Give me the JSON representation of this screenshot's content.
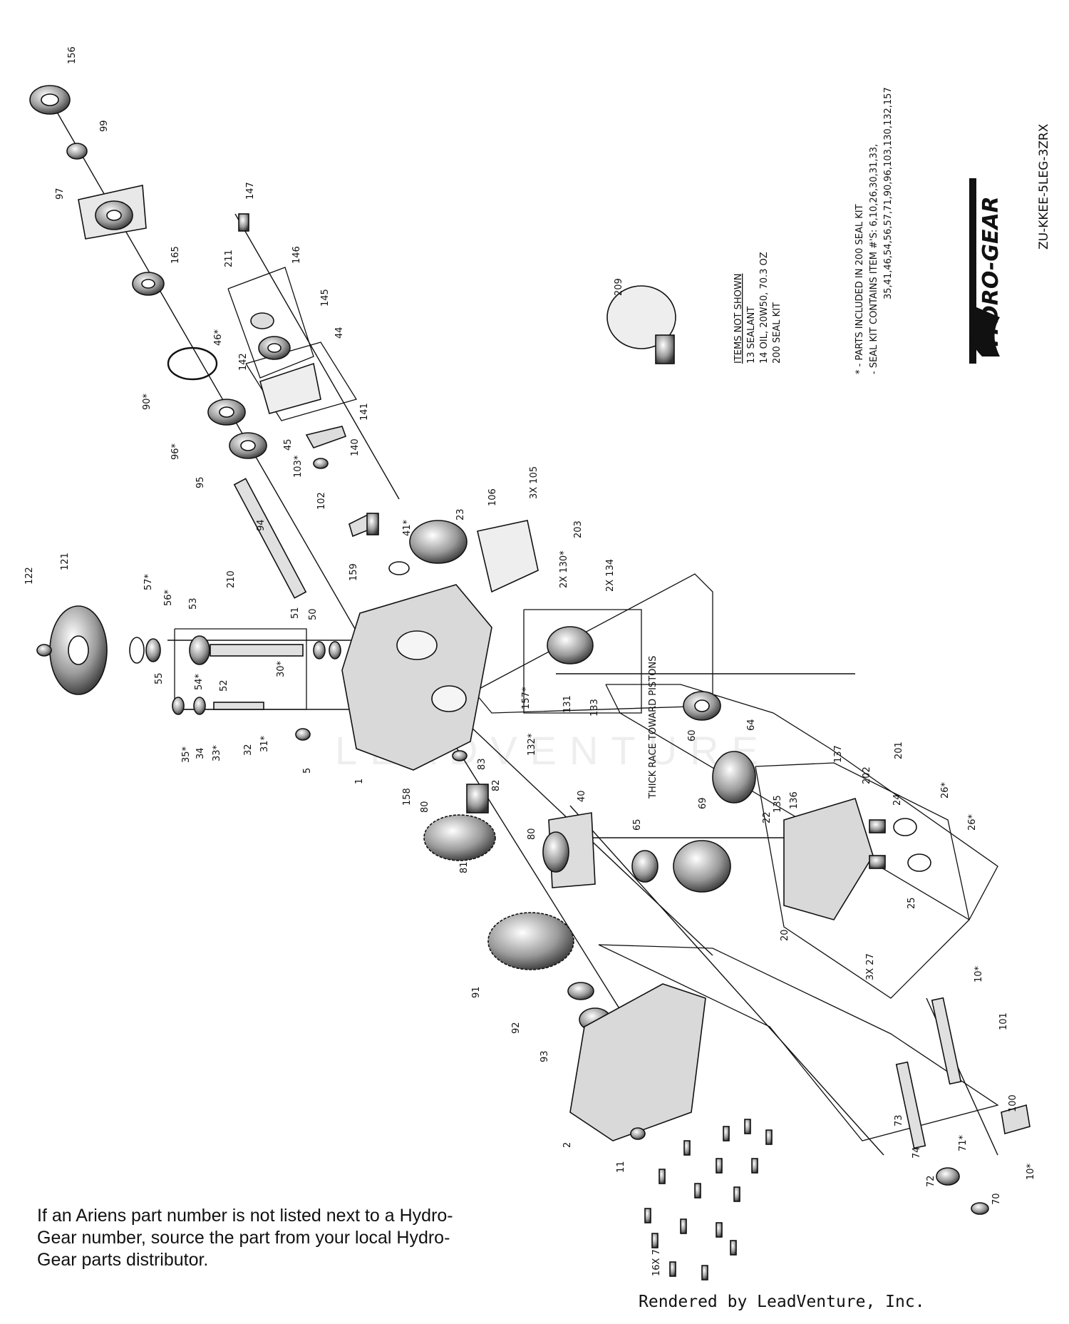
{
  "diagram": {
    "part_callouts": [
      "156",
      "99",
      "97",
      "165",
      "147",
      "211",
      "146",
      "145",
      "46*",
      "142",
      "44",
      "90*",
      "96*",
      "95",
      "45",
      "141",
      "103*",
      "140",
      "102",
      "94",
      "159",
      "41*",
      "23",
      "106",
      "3X 105",
      "2X 130*",
      "203",
      "2X 134",
      "122",
      "121",
      "57*",
      "56*",
      "53",
      "210",
      "51",
      "50",
      "55",
      "54*",
      "52",
      "30*",
      "35*",
      "34",
      "33*",
      "32",
      "31*",
      "5",
      "1",
      "157*",
      "132*",
      "131",
      "133",
      "60",
      "64",
      "158",
      "80",
      "83",
      "82",
      "81",
      "80",
      "40",
      "65",
      "69",
      "22",
      "135",
      "136",
      "137",
      "202",
      "201",
      "24",
      "26*",
      "26*",
      "25",
      "20",
      "3X 27",
      "91",
      "92",
      "93",
      "10*",
      "101",
      "2",
      "11",
      "73",
      "74",
      "71*",
      "72",
      "70",
      "100",
      "10*",
      "16X 7",
      "209"
    ],
    "assembly_note": "THICK RACE TOWARD PISTONS",
    "items_not_shown": {
      "heading": "ITEMS NOT SHOWN",
      "lines": [
        "13 SEALANT",
        "14 OIL, 20W50, 70.3 OZ",
        "200 SEAL KIT"
      ]
    },
    "legend": [
      "* - PARTS INCLUDED IN 200 SEAL KIT",
      "- SEAL KIT CONTAINS ITEM #'S: 6,10,26,30,31,33,",
      "35,41,46,54,56,57,71,90,96,103,130,132,157"
    ],
    "brand": "HYDRO-GEAR",
    "model_code": "ZU-KKEE-5LEG-3ZRX",
    "watermark": "LEADVENTURE"
  },
  "footer": {
    "note": "If an Ariens part number is not listed next to a Hydro-Gear number, source the part from your local Hydro-Gear parts distributor.",
    "credit": "Rendered by LeadVenture, Inc."
  }
}
